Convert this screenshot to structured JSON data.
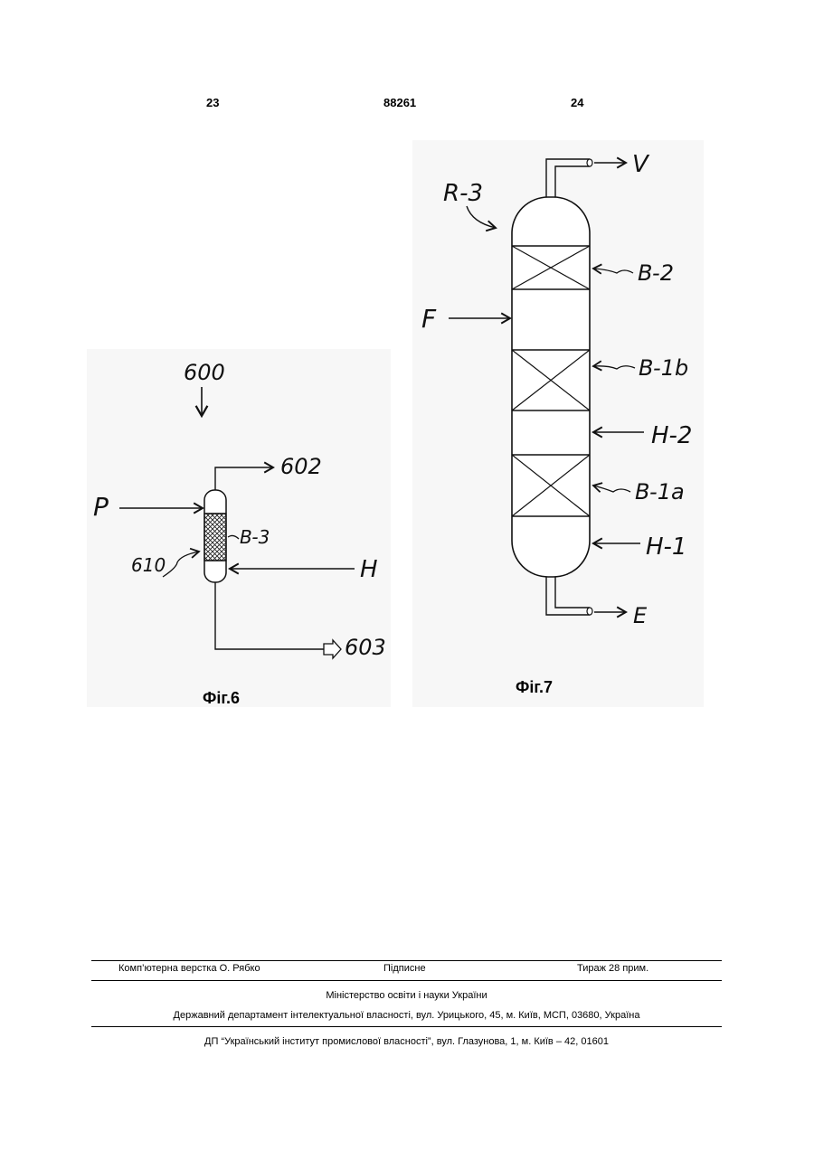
{
  "header": {
    "left_page": "23",
    "patent_number": "88261",
    "right_page": "24"
  },
  "fig6": {
    "caption": "Фіг.6",
    "labels": {
      "system": "600",
      "overhead_out": "602",
      "bottom_out": "603",
      "feed": "P",
      "bed": "B-3",
      "hydrogen": "H",
      "reactor": "610"
    }
  },
  "fig7": {
    "caption": "Фіг.7",
    "labels": {
      "reactor": "R-3",
      "vapor_out": "V",
      "bed_top": "B-2",
      "feed": "F",
      "bed_mid": "B-1b",
      "hydrogen_2": "H-2",
      "bed_low": "B-1a",
      "hydrogen_1": "H-1",
      "effluent": "E"
    }
  },
  "footer": {
    "typesetting": "Комп’ютерна верстка О. Рябко",
    "signed": "Підписне",
    "circulation": "Тираж 28 прим.",
    "ministry": "Міністерство освіти і науки України",
    "department": "Державний департамент інтелектуальної власності, вул. Урицького, 45, м. Київ, МСП, 03680, Україна",
    "institute": "ДП “Український інститут промислової власності”, вул. Глазунова, 1, м. Київ – 42, 01601"
  }
}
